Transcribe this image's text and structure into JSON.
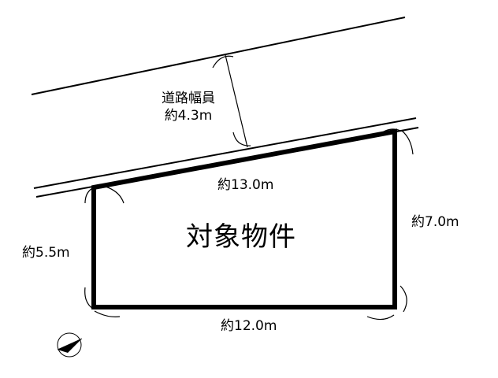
{
  "road": {
    "label": "道路幅員",
    "width": "約4.3m"
  },
  "property": {
    "label": "対象物件"
  },
  "dimensions": {
    "top": "約13.0m",
    "right": "約7.0m",
    "left": "約5.5m",
    "bottom": "約12.0m"
  },
  "colors": {
    "line": "#000000",
    "background": "#ffffff"
  },
  "icons": {
    "north_arrow": "north-arrow-icon"
  }
}
